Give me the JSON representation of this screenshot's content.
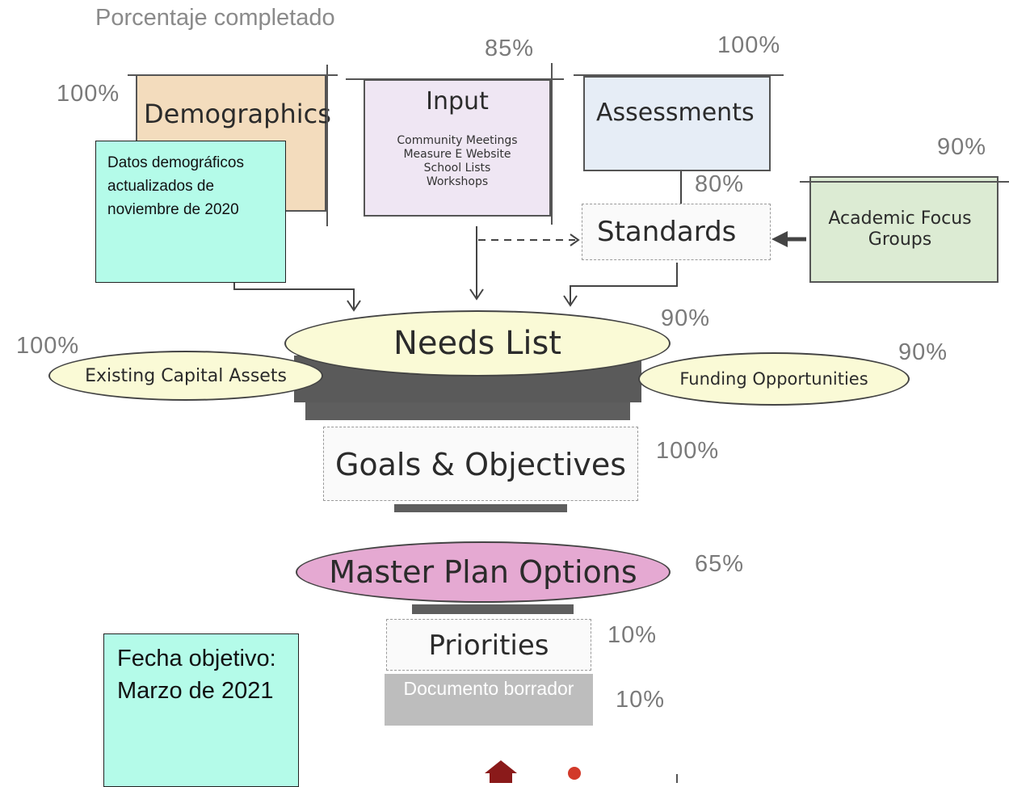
{
  "title": "Porcentaje completado",
  "boxes": {
    "demographics": {
      "label": "Demographics",
      "pct": "100%"
    },
    "input": {
      "label": "Input",
      "sub": [
        "Community Meetings",
        "Measure E Website",
        "School Lists",
        "Workshops"
      ],
      "pct": "85%"
    },
    "assessments": {
      "label": "Assessments",
      "pct": "100%"
    },
    "standards": {
      "label": "Standards",
      "pct": "80%"
    },
    "academic": {
      "label": "Academic Focus Groups",
      "pct": "90%"
    }
  },
  "ovals": {
    "needs_list": {
      "label": "Needs List",
      "pct": "90%"
    },
    "existing_assets": {
      "label": "Existing Capital Assets",
      "pct": "100%"
    },
    "funding": {
      "label": "Funding Opportunities",
      "pct": "90%"
    },
    "master_plan": {
      "label": "Master Plan Options",
      "pct": "65%"
    }
  },
  "blocks": {
    "goals": {
      "label": "Goals & Objectives",
      "pct": "100%"
    },
    "priorities": {
      "label": "Priorities",
      "pct": "10%"
    },
    "draft": {
      "label": "Documento borrador",
      "pct": "10%"
    }
  },
  "notes": {
    "demographics_note": "Datos demográficos actualizados de noviembre de 2020",
    "target_date": "Fecha objetivo: Marzo de 2021"
  },
  "colors": {
    "demographics": "#f3dcbd",
    "input": "#efe6f3",
    "assessments": "#e6edf6",
    "academic": "#dcebd3",
    "oval_yellow": "#fafad6",
    "master_plan": "#e5a9d2",
    "note_bg": "#b4fbe9",
    "draft_bg": "#bdbdbd"
  }
}
